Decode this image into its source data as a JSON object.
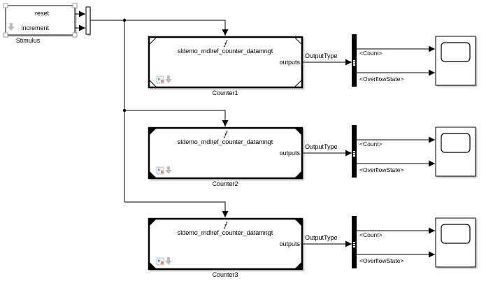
{
  "diagram": {
    "stimulus": {
      "name": "Stimulus",
      "ports": [
        "reset",
        "increment"
      ]
    },
    "counters": [
      {
        "name": "Counter1",
        "model": "sldemo_mdlref_counter_datamngt",
        "output_port": "outputs",
        "signal_label": "OutputType",
        "bus_outputs": [
          "<Count>",
          "<OverflowState>"
        ],
        "corner_style": "outline"
      },
      {
        "name": "Counter2",
        "model": "sldemo_mdlref_counter_datamngt",
        "output_port": "outputs",
        "signal_label": "OutputType",
        "bus_outputs": [
          "<Count>",
          "<OverflowState>"
        ],
        "corner_style": "filled"
      },
      {
        "name": "Counter3",
        "model": "sldemo_mdlref_counter_datamngt",
        "output_port": "outputs",
        "signal_label": "OutputType",
        "bus_outputs": [
          "<Count>",
          "<OverflowState>"
        ],
        "corner_style": "filled"
      }
    ],
    "trigger_glyph": "⨍",
    "colors": {
      "line": "#000000",
      "background": "#ffffff",
      "shadow": "#c8c8c8",
      "handle": "#9a9a9a",
      "icon_gray": "#b4b4b4"
    }
  }
}
